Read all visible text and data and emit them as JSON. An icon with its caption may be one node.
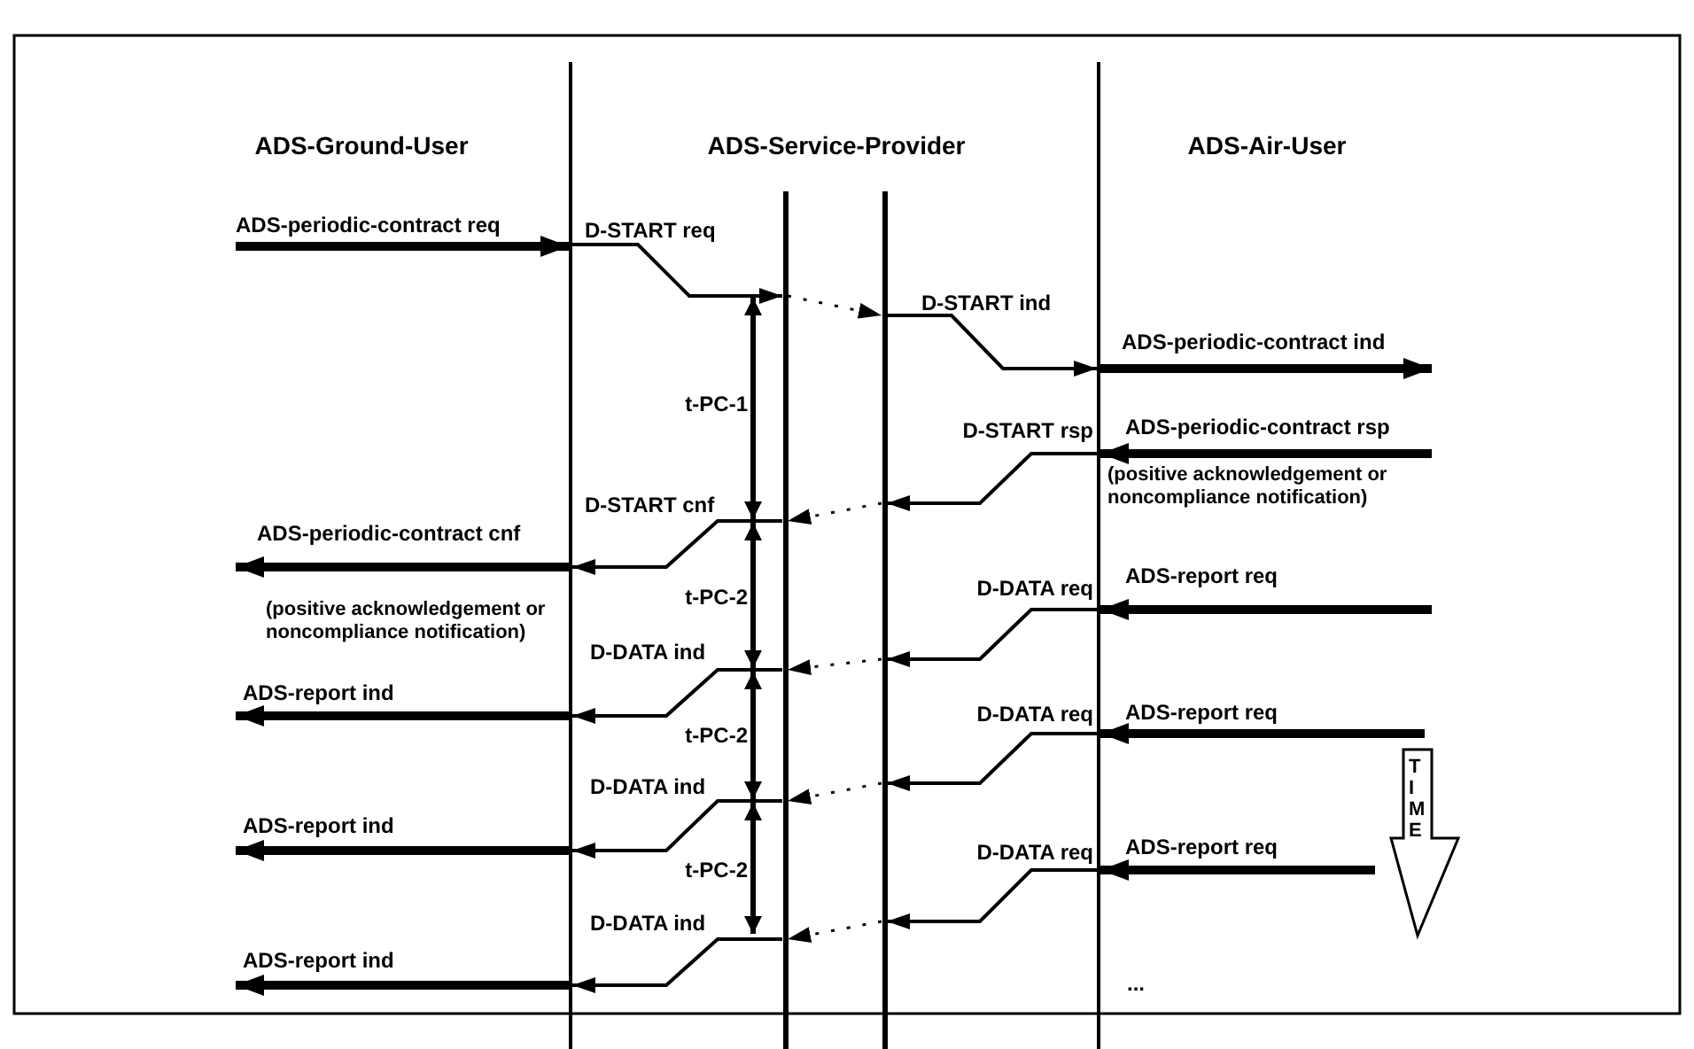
{
  "diagram": {
    "nodes": [
      {
        "text": [],
        "shape": "bar"
      },
      {
        "text": [],
        "shape": "bar"
      },
      {
        "text": [],
        "shape": "bar"
      },
      {
        "text": [],
        "shape": "bar"
      }
    ],
    "edges": [
      {
        "from": null,
        "to": 0,
        "arrow": "to",
        "label": "ADS-periodic-contract req",
        "style": "thick"
      },
      {
        "from": 0,
        "to": 1,
        "arrow": "to",
        "label": "D-START req"
      },
      {
        "from": 1,
        "to": 2,
        "arrow": "to",
        "style": "dashed"
      },
      {
        "from": 2,
        "to": 3,
        "arrow": "to",
        "label": "D-START ind"
      },
      {
        "from": 3,
        "to": null,
        "arrow": "to",
        "label": "ADS-periodic-contract ind",
        "style": "thick"
      },
      {
        "from": null,
        "to": 3,
        "arrow": "to",
        "label": "ADS-periodic-contract rsp",
        "style": "thick"
      },
      {
        "from": 3,
        "to": 2,
        "arrow": "to",
        "label": "D-START rsp"
      },
      {
        "from": 2,
        "to": 1,
        "arrow": "to",
        "style": "dashed"
      },
      {
        "from": 1,
        "to": 0,
        "arrow": "to",
        "label": "D-START cnf"
      },
      {
        "from": 0,
        "to": null,
        "arrow": "to",
        "label": "ADS-periodic-contract cnf",
        "style": "thick"
      },
      {
        "from": null,
        "to": 3,
        "arrow": "to",
        "label": "ADS-report req",
        "style": "thick"
      },
      {
        "from": 3,
        "to": 2,
        "arrow": "to",
        "label": "D-DATA req"
      },
      {
        "from": 2,
        "to": 1,
        "arrow": "to",
        "style": "dashed"
      },
      {
        "from": 1,
        "to": 0,
        "arrow": "to",
        "label": "D-DATA ind"
      },
      {
        "from": 0,
        "to": null,
        "arrow": "to",
        "label": "ADS-report ind",
        "style": "thick"
      },
      {
        "from": null,
        "to": 3,
        "arrow": "to",
        "label": "ADS-report req",
        "style": "thick"
      },
      {
        "from": 3,
        "to": 2,
        "arrow": "to",
        "label": "D-DATA req"
      },
      {
        "from": 2,
        "to": 1,
        "arrow": "to",
        "style": "dashed"
      },
      {
        "from": 1,
        "to": 0,
        "arrow": "to",
        "label": "D-DATA ind"
      },
      {
        "from": 0,
        "to": null,
        "arrow": "to",
        "label": "ADS-report ind",
        "style": "thick"
      },
      {
        "from": null,
        "to": 3,
        "arrow": "to",
        "label": "ADS-report req",
        "style": "thick"
      },
      {
        "from": 3,
        "to": 2,
        "arrow": "to",
        "label": "D-DATA req"
      },
      {
        "from": 2,
        "to": 1,
        "arrow": "to",
        "style": "dashed"
      },
      {
        "from": 1,
        "to": 0,
        "arrow": "to",
        "label": "D-DATA ind"
      },
      {
        "from": 0,
        "to": null,
        "arrow": "to",
        "label": "ADS-report ind",
        "style": "thick"
      }
    ],
    "labels": [
      "ADS-Ground-User",
      "ADS-Service-Provider",
      "ADS-Air-User",
      "t-PC-1",
      "(positive acknowledgement or noncompliance notification)",
      "(positive acknowledgement or noncompliance notification)",
      "t-PC-2",
      "t-PC-2",
      "TIME",
      "t-PC-2",
      "..."
    ]
  }
}
